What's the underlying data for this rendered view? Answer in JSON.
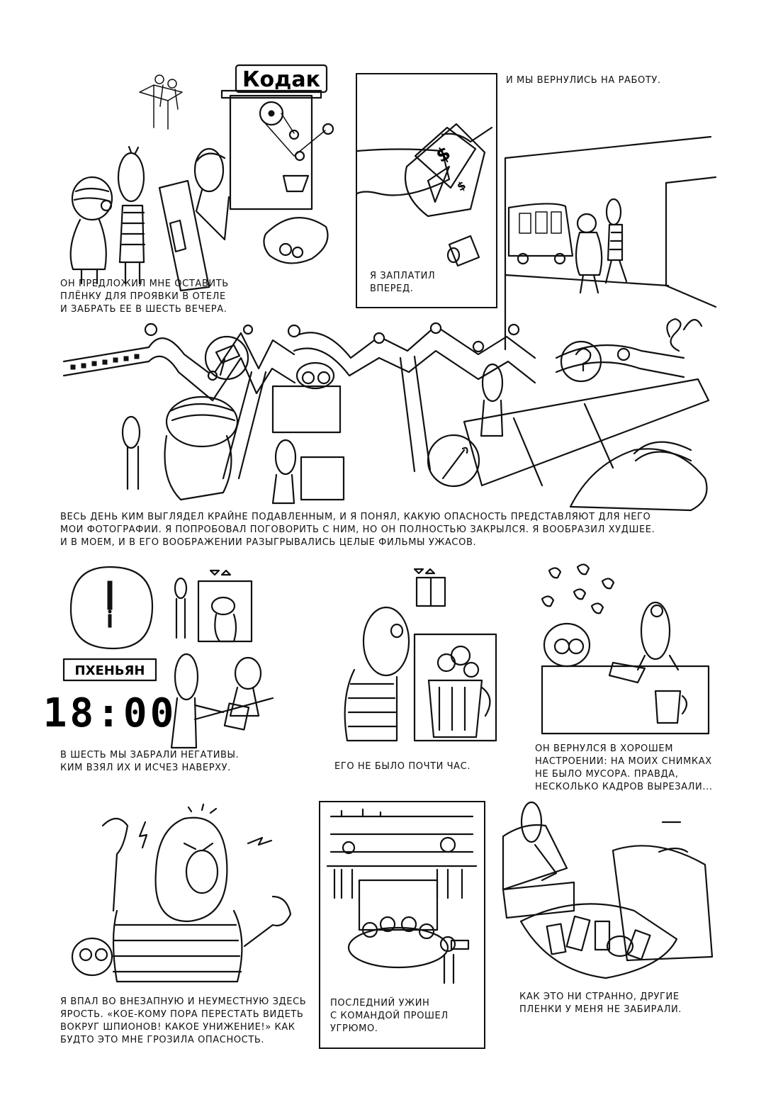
{
  "signs": {
    "kodak": "Кодак",
    "pyongyang": "ПХЕНЬЯН",
    "clock": "18:00"
  },
  "captions": {
    "c1": [
      "Он предложил мне оставить",
      "плёнку для проявки в отеле",
      "и забрать ее в шесть вечера."
    ],
    "c2": [
      "Я заплатил",
      "вперед."
    ],
    "c3": [
      "И мы вернулись на работу."
    ],
    "c4": [
      "Весь день Ким выглядел крайне подавленным, и я понял, какую опасность представляют для него",
      "мои фотографии. Я попробовал поговорить с ним, но он полностью закрылся. Я вообразил худшее.",
      "И в моем, и в его воображении разыгрывались целые фильмы ужасов."
    ],
    "c5": [
      "В шесть мы забрали негативы.",
      "Ким взял их и исчез наверху."
    ],
    "c6": [
      "Его не было почти час."
    ],
    "c7": [
      "Он вернулся в хорошем",
      "настроении: на моих снимках",
      "не было мусора. Правда,",
      "несколько кадров вырезали..."
    ],
    "c8": [
      "Я впал во внезапную и неуместную здесь",
      "ярость. «Кое-кому пора перестать видеть",
      "вокруг шпионов! Какое унижение!» Как",
      "будто это мне грозила опасность."
    ],
    "c9": [
      "Последний ужин",
      "с командой прошел",
      "угрюмо."
    ],
    "c10": [
      "Как это ни странно, другие",
      "пленки у меня не забирали."
    ]
  }
}
